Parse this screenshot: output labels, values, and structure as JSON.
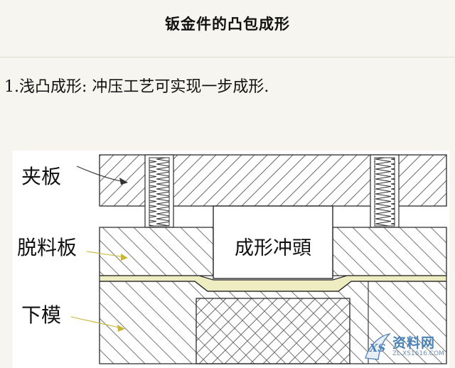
{
  "title": "钣金件的凸包成形",
  "section": "1.浅凸成形: 冲压工艺可实现一步成形.",
  "diagram": {
    "labels": {
      "clamp_plate": "夹板",
      "stripper_plate": "脱料板",
      "lower_die": "下模",
      "forming_punch": "成形冲頭"
    }
  },
  "watermark": {
    "text": "资料网",
    "url": "ZL.XS1616.COM",
    "logo": "XS"
  },
  "colors": {
    "sheet_metal": "#eeedc2",
    "line": "#2a2a2a",
    "hatch": "#6b6b6b",
    "background": "#f6f5ef",
    "diagram_bg": "#ffffff",
    "watermark": "#4d82b6"
  }
}
